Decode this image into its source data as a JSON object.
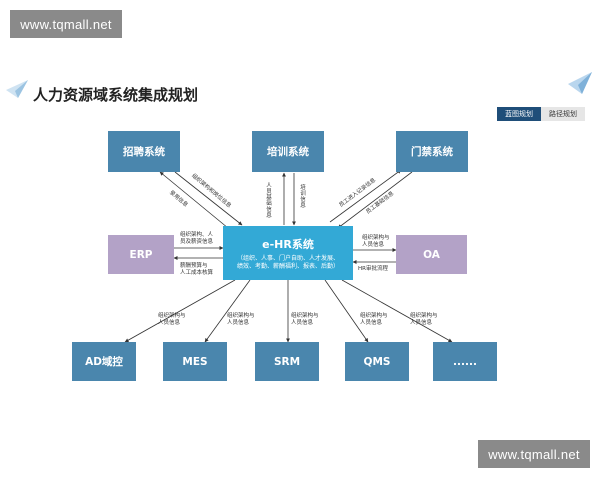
{
  "watermark_top": "www.tqmall.net",
  "watermark_bottom": "www.tqmall.net",
  "title": "人力资源域系统集成规划",
  "tabs": [
    "蓝图规划",
    "路径规划"
  ],
  "boxes": {
    "recruit": "招聘系统",
    "training": "培训系统",
    "access": "门禁系统",
    "erp": "ERP",
    "oa": "OA",
    "ehr_title": "e-HR系统",
    "ehr_sub_1": "（组织、人事、门户自助、人才发展、",
    "ehr_sub_2": "绩效、考勤、薪酬福利、报表、后勤）",
    "ad": "AD域控",
    "mes": "MES",
    "srm": "SRM",
    "qms": "QMS",
    "more": "......"
  },
  "labels": {
    "recruit_left": "录用信息",
    "recruit_right": "组织架构和岗位信息",
    "train_left": "人员基础信息",
    "train_right": "培训信息",
    "access_left": "员工进入记录信息",
    "access_right": "员工基础信息",
    "erp_to_ehr_1": "组织架构、人",
    "erp_to_ehr_2": "员及薪资信息",
    "ehr_to_erp_1": "薪酬预算与",
    "ehr_to_erp_2": "人工成本核算",
    "oa_top_1": "组织架构与",
    "oa_top_2": "人员信息",
    "oa_bottom": "HR审批流程",
    "bottom_1": "组织架构与",
    "bottom_2": "人员信息"
  },
  "colors": {
    "system_box": "#4a86ad",
    "center_box": "#33a9d6",
    "side_box": "#b3a2c7",
    "arrow": "#333333"
  }
}
